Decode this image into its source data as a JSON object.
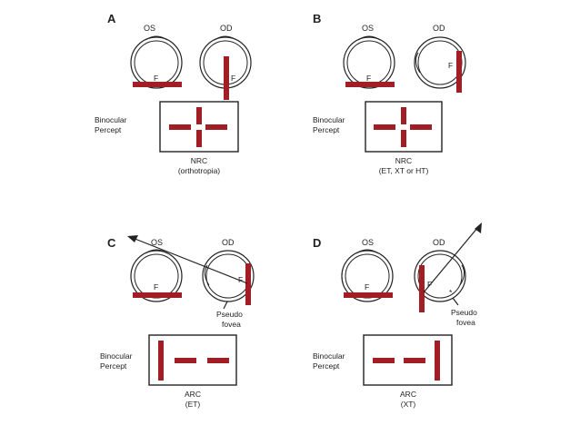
{
  "colors": {
    "bar": "#a01e24",
    "line": "#222222",
    "background": "#ffffff"
  },
  "panels": [
    {
      "letter": "A",
      "left_eye": "OS",
      "right_eye": "OD",
      "fovea_label": "F",
      "percept_label_1": "Binocular",
      "percept_label_2": "Percept",
      "caption_1": "NRC",
      "caption_2": "(orthotropia)"
    },
    {
      "letter": "B",
      "left_eye": "OS",
      "right_eye": "OD",
      "fovea_label": "F",
      "percept_label_1": "Binocular",
      "percept_label_2": "Percept",
      "caption_1": "NRC",
      "caption_2": "(ET, XT or HT)"
    },
    {
      "letter": "C",
      "left_eye": "OS",
      "right_eye": "OD",
      "fovea_label": "F",
      "pseudo_1": "Pseudo",
      "pseudo_2": "fovea",
      "percept_label_1": "Binocular",
      "percept_label_2": "Percept",
      "caption_1": "ARC",
      "caption_2": "(ET)"
    },
    {
      "letter": "D",
      "left_eye": "OS",
      "right_eye": "OD",
      "fovea_label": "F",
      "pseudo_1": "Pseudo",
      "pseudo_2": "fovea",
      "percept_label_1": "Binocular",
      "percept_label_2": "Percept",
      "caption_1": "ARC",
      "caption_2": "(XT)"
    }
  ]
}
